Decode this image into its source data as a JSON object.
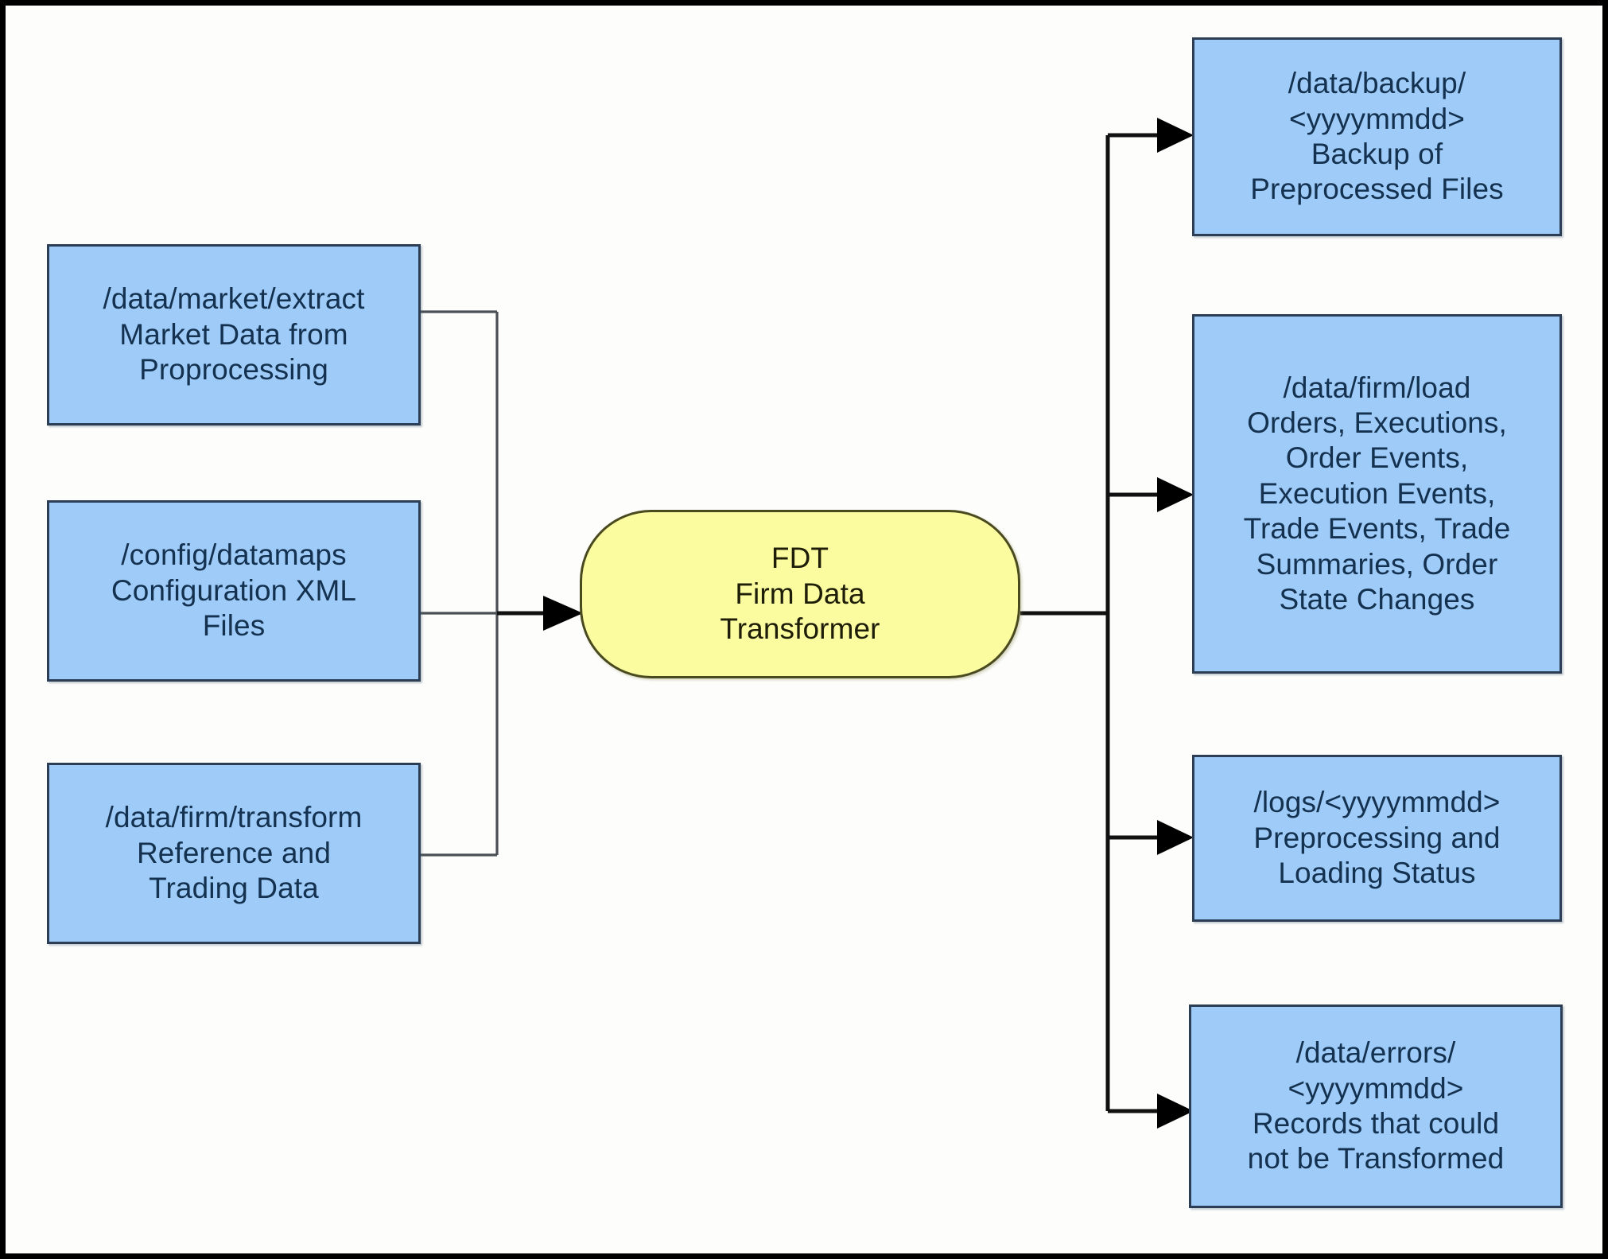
{
  "diagram": {
    "title": "FDT Firm Data Transformer data flow",
    "type": "flowchart",
    "colors": {
      "input_output_box_fill": "#9ecbf7",
      "input_output_box_border": "#2c3e55",
      "process_fill": "#fbfba0",
      "process_border": "#4a4a1f",
      "text": "#14314f",
      "connector": "#4a4f55",
      "arrow": "#000000",
      "frame_border": "#000000",
      "background": "#ffffff"
    },
    "inputs": [
      {
        "id": "market-extract",
        "lines": [
          "/data/market/extract",
          "Market Data from",
          "Proprocessing"
        ]
      },
      {
        "id": "config-datamaps",
        "lines": [
          "/config/datamaps",
          "Configuration XML",
          "Files"
        ]
      },
      {
        "id": "firm-transform",
        "lines": [
          "/data/firm/transform",
          "Reference and",
          "Trading Data"
        ]
      }
    ],
    "process": {
      "id": "fdt",
      "lines": [
        "FDT",
        "Firm Data",
        "Transformer"
      ]
    },
    "outputs": [
      {
        "id": "data-backup",
        "lines": [
          "/data/backup/",
          "<yyyymmdd>",
          "Backup of",
          "Preprocessed Files"
        ]
      },
      {
        "id": "firm-load",
        "lines": [
          "/data/firm/load",
          "Orders, Executions,",
          "Order Events,",
          "Execution Events,",
          "Trade Events, Trade",
          "Summaries, Order",
          "State Changes"
        ]
      },
      {
        "id": "logs",
        "lines": [
          "/logs/<yyyymmdd>",
          "Preprocessing and",
          "Loading Status"
        ]
      },
      {
        "id": "data-errors",
        "lines": [
          "/data/errors/",
          "<yyyymmdd>",
          "Records that could",
          "not be Transformed"
        ]
      }
    ],
    "connectors": {
      "input_bus_label": "inputs-merge-bus",
      "output_bus_label": "outputs-split-bus",
      "input_arrow_count": 1,
      "output_arrow_count": 4
    }
  }
}
